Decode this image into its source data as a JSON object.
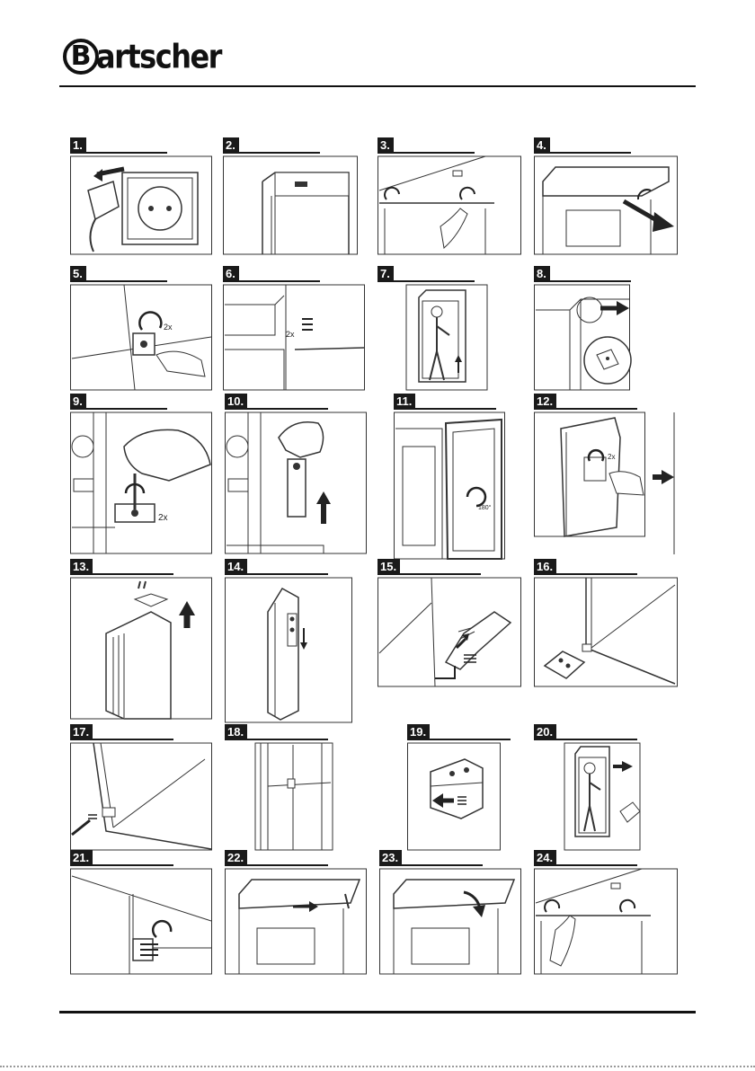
{
  "header": {
    "brand_initial": "B",
    "brand_rest": "artscher"
  },
  "steps": [
    {
      "label": "1.",
      "icon": "unplug-icon"
    },
    {
      "label": "2.",
      "icon": "cabinet-top-icon"
    },
    {
      "label": "3.",
      "icon": "unscrew-hinge-cover-icon"
    },
    {
      "label": "4.",
      "icon": "remove-top-cover-icon"
    },
    {
      "label": "5.",
      "icon": "unscrew-hinge-icon"
    },
    {
      "label": "6.",
      "icon": "hinge-screws-icon"
    },
    {
      "label": "7.",
      "icon": "lift-door-icon"
    },
    {
      "label": "8.",
      "icon": "move-part-icon"
    },
    {
      "label": "9.",
      "icon": "unscrew-bottom-hinge-icon"
    },
    {
      "label": "10.",
      "icon": "lift-hinge-pin-icon"
    },
    {
      "label": "11.",
      "icon": "rotate-door-icon"
    },
    {
      "label": "12.",
      "icon": "remove-door-bracket-icon"
    },
    {
      "label": "13.",
      "icon": "lift-top-part-icon"
    },
    {
      "label": "14.",
      "icon": "insert-pin-icon"
    },
    {
      "label": "15.",
      "icon": "mount-hinge-icon"
    },
    {
      "label": "16.",
      "icon": "hinge-bracket-icon"
    },
    {
      "label": "17.",
      "icon": "screw-bracket-icon"
    },
    {
      "label": "18.",
      "icon": "fit-door-icon"
    },
    {
      "label": "19.",
      "icon": "hinge-plate-icon"
    },
    {
      "label": "20.",
      "icon": "refit-door-icon"
    },
    {
      "label": "21.",
      "icon": "tighten-hinge-icon"
    },
    {
      "label": "22.",
      "icon": "slide-cover-icon"
    },
    {
      "label": "23.",
      "icon": "close-cover-icon"
    },
    {
      "label": "24.",
      "icon": "fasten-cover-icon"
    }
  ],
  "annotations": {
    "two_x": "2x",
    "deg180": "180°"
  }
}
